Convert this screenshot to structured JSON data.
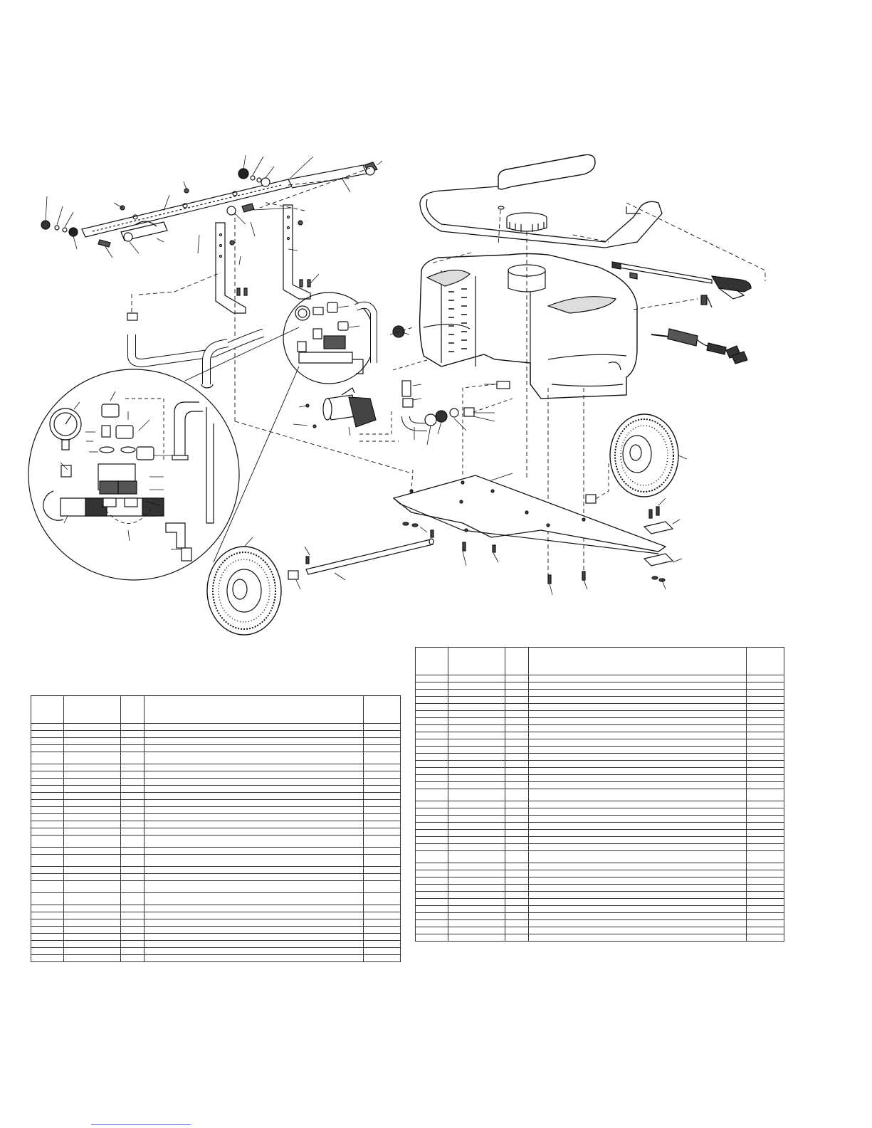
{
  "document": {
    "type": "exploded parts diagram with parts list tables",
    "colors": {
      "line": "#111111",
      "link_underline": "#4a5bd4"
    }
  },
  "tables": {
    "left": {
      "columns": 5,
      "rows": 31,
      "tall_rows": [
        5,
        16,
        18,
        21,
        22
      ]
    },
    "right": {
      "columns": 5,
      "rows": 37,
      "tall_rows": [
        17,
        25
      ]
    }
  }
}
